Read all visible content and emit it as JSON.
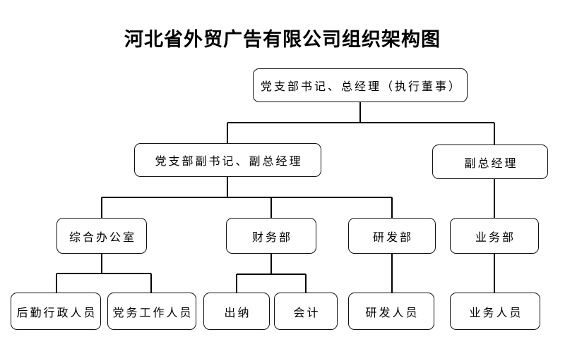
{
  "page": {
    "background_color": "#ffffff",
    "line_color": "#000000"
  },
  "title": "河北省外贸广告有限公司组织架构图",
  "org_chart": {
    "root": {
      "label": "党支部书记、总经理（执行董事）",
      "children": [
        {
          "label": "党支部副书记、副总经理",
          "children": [
            {
              "label": "综合办公室",
              "children": [
                {
                  "label": "后勤行政人员"
                },
                {
                  "label": "党务工作人员"
                }
              ]
            },
            {
              "label": "财务部",
              "children": [
                {
                  "label": "出纳"
                },
                {
                  "label": "会计"
                }
              ]
            },
            {
              "label": "研发部",
              "children": [
                {
                  "label": "研发人员"
                }
              ]
            }
          ]
        },
        {
          "label": "副总经理",
          "children": [
            {
              "label": "业务部",
              "children": [
                {
                  "label": "业务人员"
                }
              ]
            }
          ]
        }
      ]
    }
  }
}
